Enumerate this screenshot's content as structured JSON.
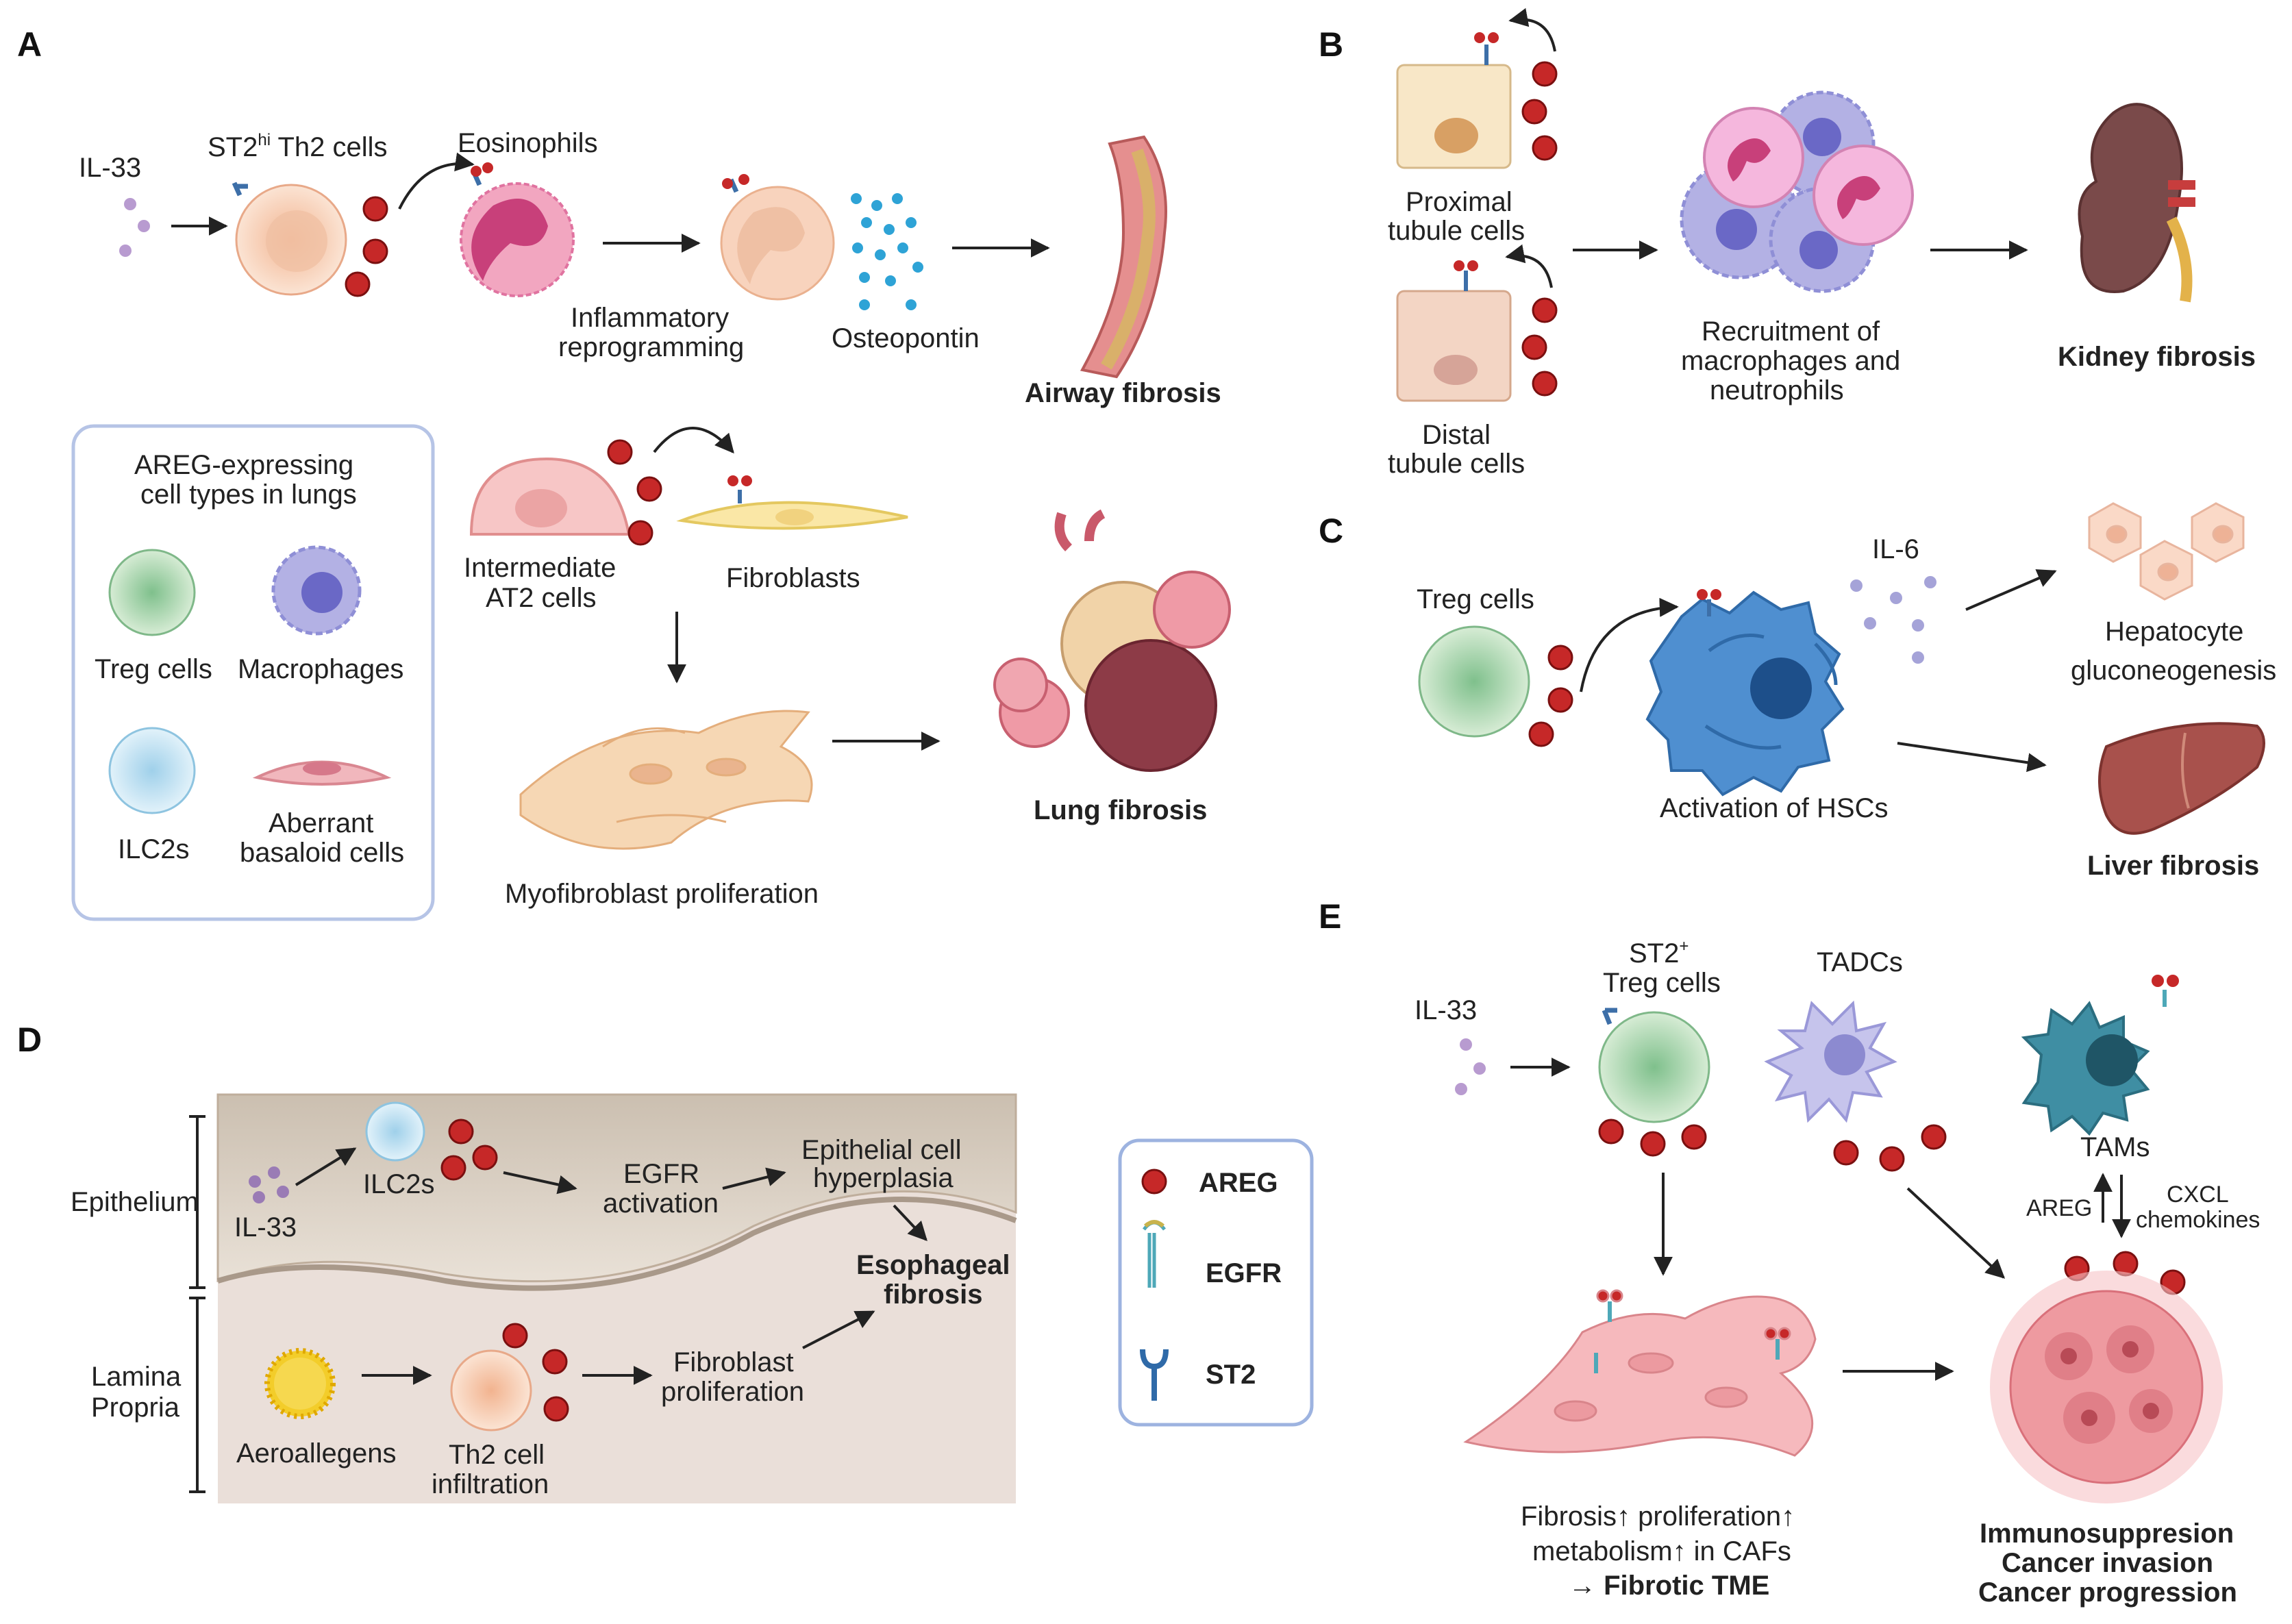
{
  "panels": {
    "a": "A",
    "b": "B",
    "c": "C",
    "d": "D",
    "e": "E"
  },
  "panel_a": {
    "il33": "IL-33",
    "st2hi_pre": "ST2",
    "st2hi_sup": "hi",
    "st2hi_post": " Th2 cells",
    "eosinophils": "Eosinophils",
    "inflam_1": "Inflammatory",
    "inflam_2": "reprogramming",
    "osteopontin": "Osteopontin",
    "airway": "Airway fibrosis",
    "box_title_1": "AREG-expressing",
    "box_title_2": "cell types in lungs",
    "treg": "Treg cells",
    "macrophages": "Macrophages",
    "ilc2s": "ILC2s",
    "aberrant_1": "Aberrant",
    "aberrant_2": "basaloid cells",
    "at2_1": "Intermediate",
    "at2_2": "AT2 cells",
    "fibroblasts": "Fibroblasts",
    "myofib": "Myofibroblast proliferation",
    "lung": "Lung fibrosis"
  },
  "panel_b": {
    "proximal_1": "Proximal",
    "proximal_2": "tubule cells",
    "distal_1": "Distal",
    "distal_2": "tubule cells",
    "recruit_1": "Recruitment of",
    "recruit_2": "macrophages and",
    "recruit_3": "neutrophils",
    "kidney": "Kidney fibrosis"
  },
  "panel_c": {
    "treg": "Treg cells",
    "il6": "IL-6",
    "hsc": "Activation of HSCs",
    "hep_1": "Hepatocyte",
    "hep_2": "gluconeogenesis",
    "liver": "Liver fibrosis"
  },
  "panel_d": {
    "epithelium": "Epithelium",
    "lamina_1": "Lamina",
    "lamina_2": "Propria",
    "il33": "IL-33",
    "ilc2s": "ILC2s",
    "egfr_1": "EGFR",
    "egfr_2": "activation",
    "hyper_1": "Epithelial cell",
    "hyper_2": "hyperplasia",
    "eso_1": "Esophageal",
    "eso_2": "fibrosis",
    "aero": "Aeroallegens",
    "th2_1": "Th2 cell",
    "th2_2": "infiltration",
    "fib_1": "Fibroblast",
    "fib_2": "proliferation"
  },
  "legend": {
    "areg": "AREG",
    "egfr": "EGFR",
    "st2": "ST2"
  },
  "panel_e": {
    "il33": "IL-33",
    "st2p_pre": "ST2",
    "st2p_sup": "+",
    "st2p_2": "Treg cells",
    "tadcs": "TADCs",
    "tams": "TAMs",
    "areg": "AREG",
    "cxcl_1": "CXCL",
    "cxcl_2": "chemokines",
    "caf_1": "Fibrosis↑ proliferation↑",
    "caf_2": "metabolism↑ in CAFs",
    "caf_3": "→ Fibrotic TME",
    "out_1": "Immunosuppresion",
    "out_2": "Cancer invasion",
    "out_3": "Cancer progression"
  },
  "colors": {
    "areg": "#c62828",
    "treg": "#9ccf9c",
    "macrophage": "#8f8fd6",
    "th2": "#f6c9a8",
    "box_border": "#b6c4e6"
  }
}
